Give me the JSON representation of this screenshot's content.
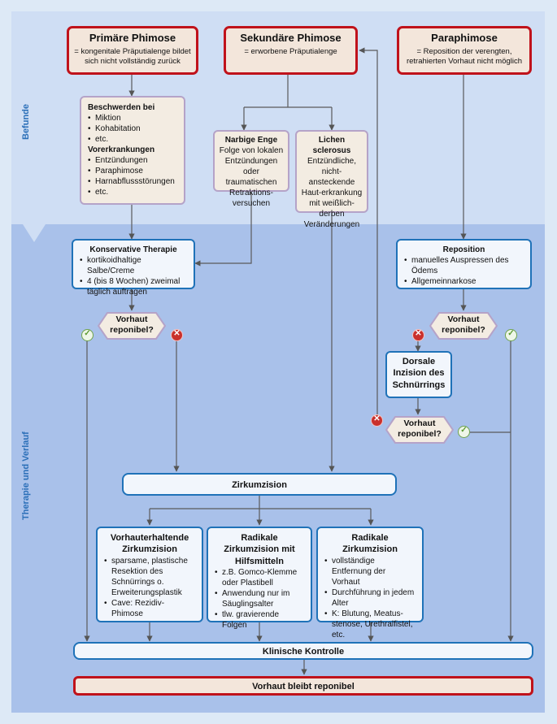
{
  "sections": {
    "top": "Befunde",
    "bottom": "Therapie und Verlauf"
  },
  "primaer": {
    "title": "Primäre Phimose",
    "subtitle": "= kongenitale Präputialenge bildet sich nicht vollständig zurück"
  },
  "sekundaer": {
    "title": "Sekundäre Phimose",
    "subtitle": "= erworbene Präputialenge"
  },
  "paraphimose": {
    "title": "Paraphimose",
    "subtitle": "= Reposition der verengten, retrahierten Vorhaut nicht möglich"
  },
  "beschwerden": {
    "heading1": "Beschwerden bei",
    "items1": [
      "Miktion",
      "Kohabitation",
      "etc."
    ],
    "heading2": "Vorerkrankungen",
    "items2": [
      "Entzündungen",
      "Paraphimose",
      "Harnabflussstörungen",
      "etc."
    ]
  },
  "narbige": {
    "title": "Narbige Enge",
    "text": "Folge von lokalen Entzündungen oder traumatischen Retraktions-versuchen"
  },
  "lichen": {
    "title": "Lichen sclerosus",
    "text": "Entzündliche, nicht-ansteckende Haut-erkrankung mit weißlich-derben Veränderungen"
  },
  "konservativ": {
    "title": "Konservative Therapie",
    "items": [
      "kortikoidhaltige Salbe/Creme",
      "4 (bis 8 Wochen) zweimal täglich auftragen"
    ]
  },
  "reposition": {
    "title": "Reposition",
    "items": [
      "manuelles Auspressen des Ödems",
      "Allgemeinnarkose"
    ]
  },
  "decision": {
    "label": "Vorhaut reponibel?"
  },
  "dorsale": {
    "title": "Dorsale Inzision des Schnürrings"
  },
  "zirkumzision": {
    "title": "Zirkumzision"
  },
  "vorhauterhaltend": {
    "title": "Vorhauterhaltende Zirkumzision",
    "items": [
      "sparsame, plastische Resektion des Schnürrings o. Erweiterungsplastik",
      "Cave: Rezidiv-Phimose"
    ]
  },
  "radikal_hilfsmittel": {
    "title": "Radikale Zirkumzision mit Hilfsmitteln",
    "items": [
      "z.B. Gomco-Klemme oder Plastibell",
      "Anwendung nur im Säuglingsalter",
      "tlw. gravierende Folgen"
    ]
  },
  "radikal": {
    "title": "Radikale Zirkumzision",
    "items": [
      "vollständige Entfernung der Vorhaut",
      "Durchführung in jedem Alter",
      "K: Blutung, Meatus-stenose, Urethralfistel, etc."
    ]
  },
  "kontrolle": {
    "title": "Klinische Kontrolle"
  },
  "ergebnis": {
    "title": "Vorhaut bleibt reponibel"
  },
  "marks": {
    "yes": "✓",
    "no": "✕"
  },
  "colors": {
    "band_top": "#cfdef4",
    "band_bottom": "#a9c1ea",
    "red_border": "#c0121b",
    "blue_border": "#1f72b8",
    "purple_border": "#b5a3c8",
    "section_label": "#2b6fb8"
  }
}
